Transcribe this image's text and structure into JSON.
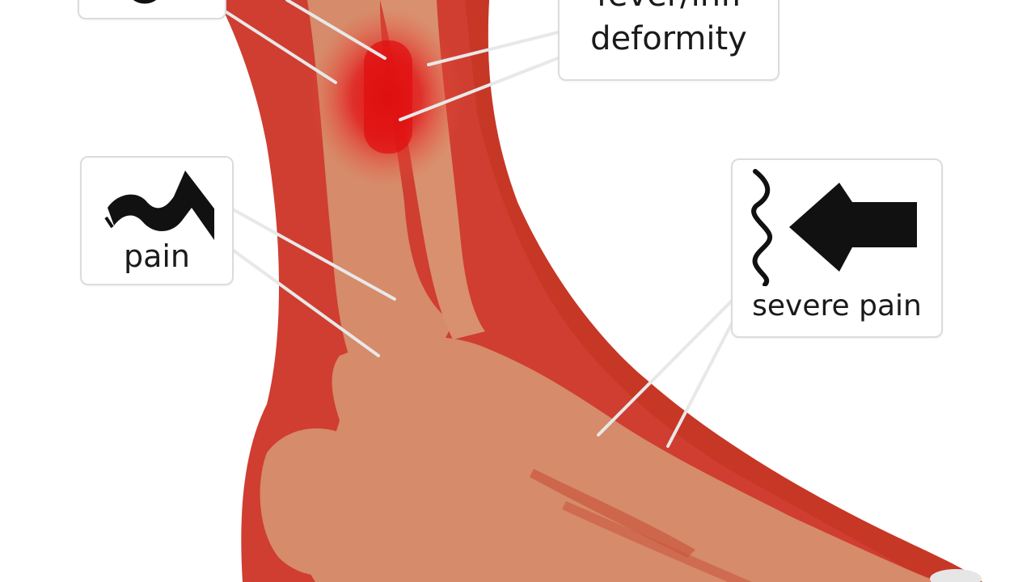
{
  "labels": {
    "fever_line1": "fever/infl",
    "fever_line2": "deformity",
    "pain": "pain",
    "severe_pain": "severe pain"
  },
  "icons": {
    "top_left": "circle-target-icon",
    "pain": "pain-zigzag-icon",
    "severe_pain_wave": "wave-line-icon",
    "severe_pain_arrow": "arrow-left-icon"
  },
  "colors": {
    "skin": "#cf3e30",
    "skin_dark": "#b8321f",
    "bone": "#d68b6a",
    "inflammation": "#e01010",
    "leader_line": "#e8e8e8",
    "box_border": "#dcdcdc",
    "text": "#1a1a1a"
  }
}
